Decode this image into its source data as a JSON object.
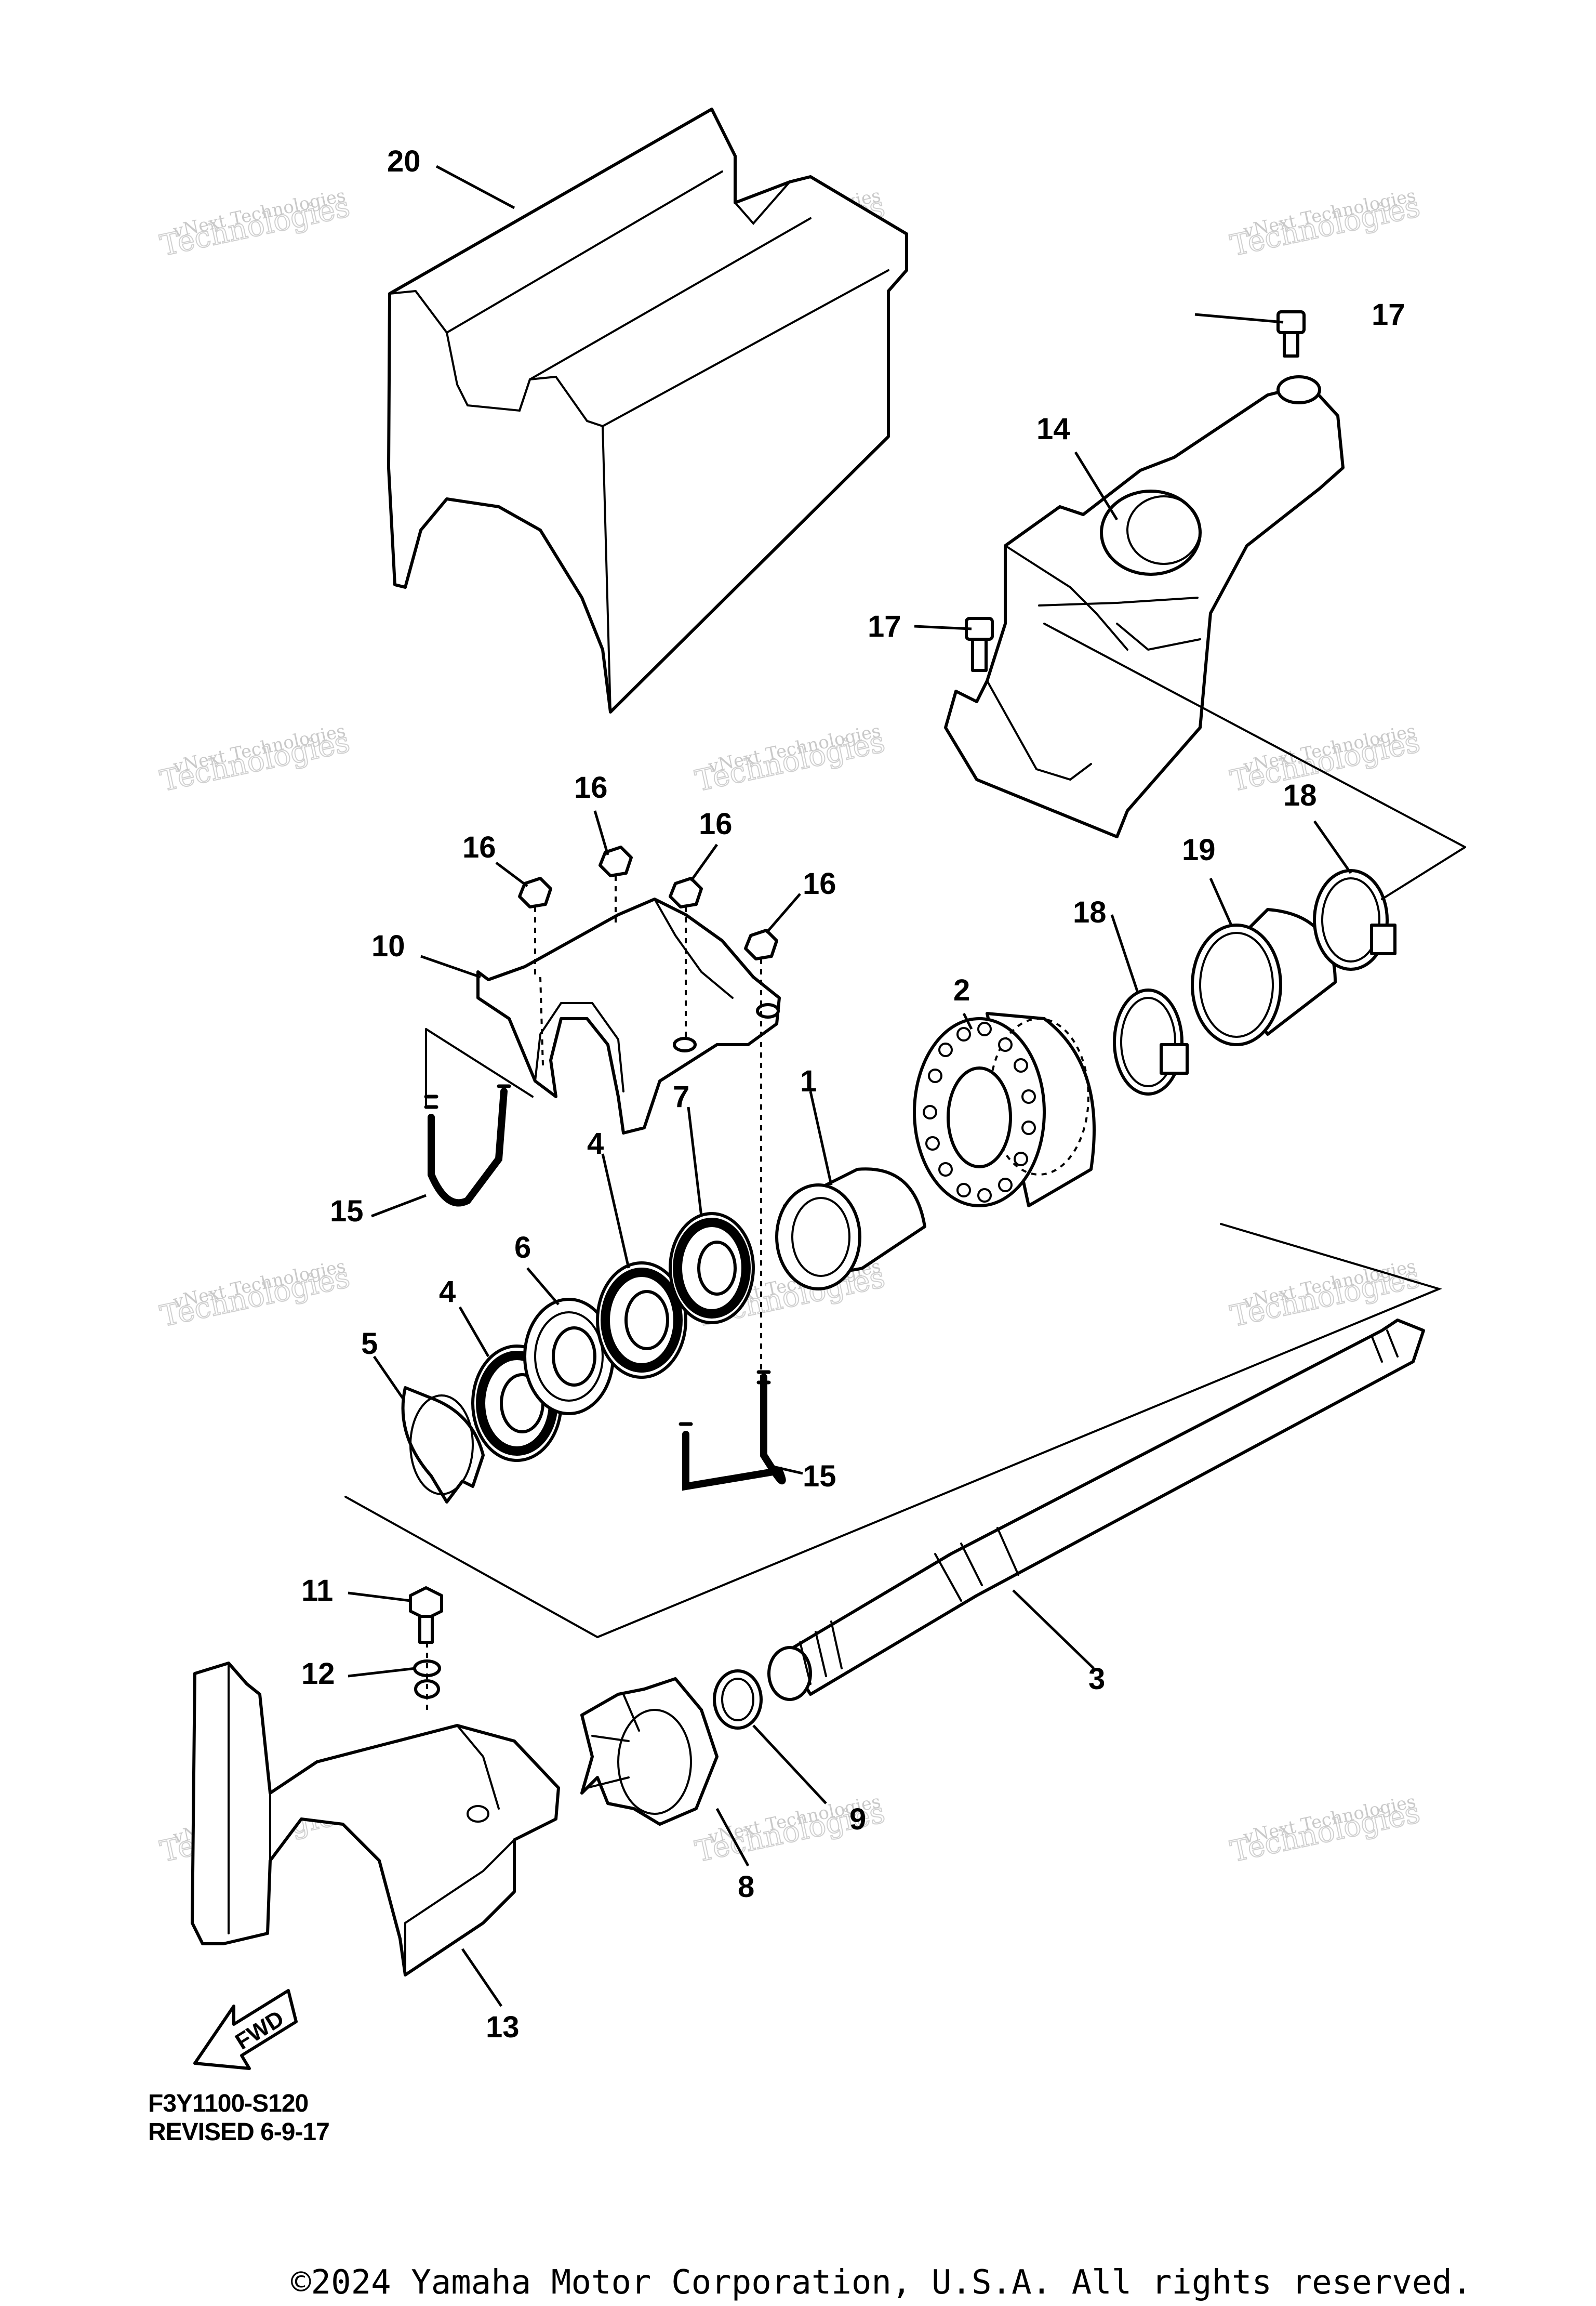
{
  "figure_id": "F3Y1100-S120",
  "revision": "REVISED 6-9-17",
  "copyright": "©2024 Yamaha Motor Corporation, U.S.A. All rights reserved.",
  "direction_label": "FWD",
  "watermark": {
    "line1": "vNext Technologies",
    "line2": "Technologies",
    "over": "vNext"
  },
  "callouts": {
    "c1": "1",
    "c2": "2",
    "c3": "3",
    "c4a": "4",
    "c4b": "4",
    "c5": "5",
    "c6": "6",
    "c7": "7",
    "c8": "8",
    "c9": "9",
    "c10": "10",
    "c11": "11",
    "c12": "12",
    "c13": "13",
    "c14": "14",
    "c15a": "15",
    "c15b": "15",
    "c16a": "16",
    "c16b": "16",
    "c16c": "16",
    "c16d": "16",
    "c17a": "17",
    "c17b": "17",
    "c18a": "18",
    "c18b": "18",
    "c19": "19",
    "c20": "20"
  }
}
